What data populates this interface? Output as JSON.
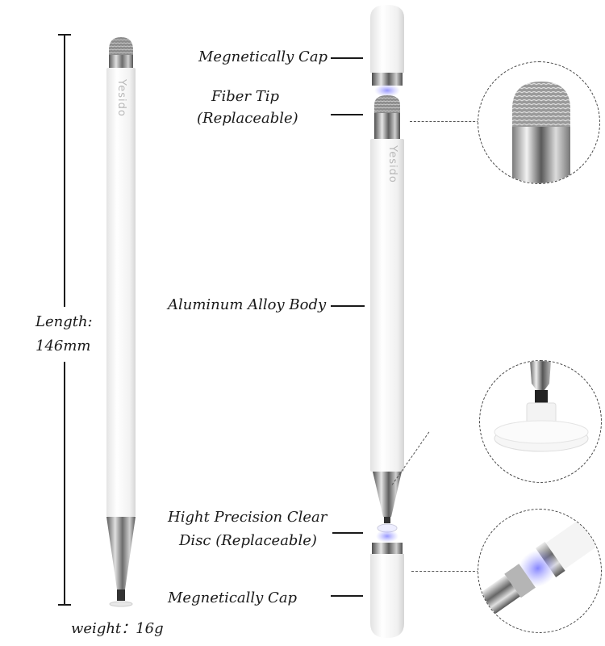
{
  "brand": "Yesido",
  "dimensions": {
    "length_label": "Length:",
    "length_value": "146mm",
    "weight_label": "weight：",
    "weight_value": "16g"
  },
  "callouts": {
    "top_cap": "Megnetically Cap",
    "fiber_tip_line1": "Fiber Tip",
    "fiber_tip_line2": "(Replaceable)",
    "body": "Aluminum Alloy Body",
    "disc_line1": "Hight Precision Clear",
    "disc_line2": "Disc (Replaceable)",
    "bottom_cap": "Megnetically Cap"
  },
  "detail_views": [
    {
      "name": "fiber-tip-closeup"
    },
    {
      "name": "clear-disc-closeup"
    },
    {
      "name": "magnetic-cap-closeup"
    }
  ],
  "colors": {
    "pen_body": "#f7f7f7",
    "metal": "#9a9a9a",
    "magnetic_glow": "#7b7bff",
    "text": "#1a1a1a"
  }
}
